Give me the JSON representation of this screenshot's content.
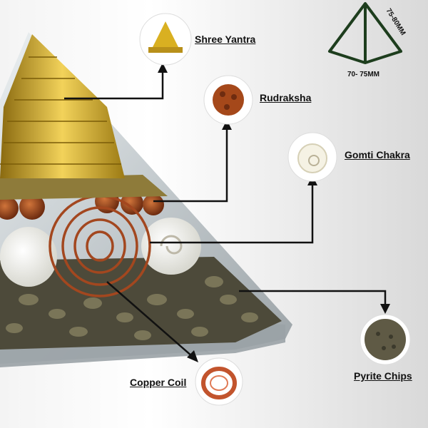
{
  "callouts": {
    "shree_yantra": "Shree Yantra",
    "rudraksha": "Rudraksha",
    "gomti_chakra": "Gomti Chakra",
    "pyrite_chips": "Pyrite Chips",
    "copper_coil": "Copper Coil"
  },
  "dimensions": {
    "height": "75-80MM",
    "base": "70- 75MM"
  },
  "colors": {
    "gold": "#d9b021",
    "copper": "#b4552b",
    "rudraksha": "#b5541c",
    "pyrite": "#5f5a45",
    "outline_green": "#1d3d1d"
  }
}
